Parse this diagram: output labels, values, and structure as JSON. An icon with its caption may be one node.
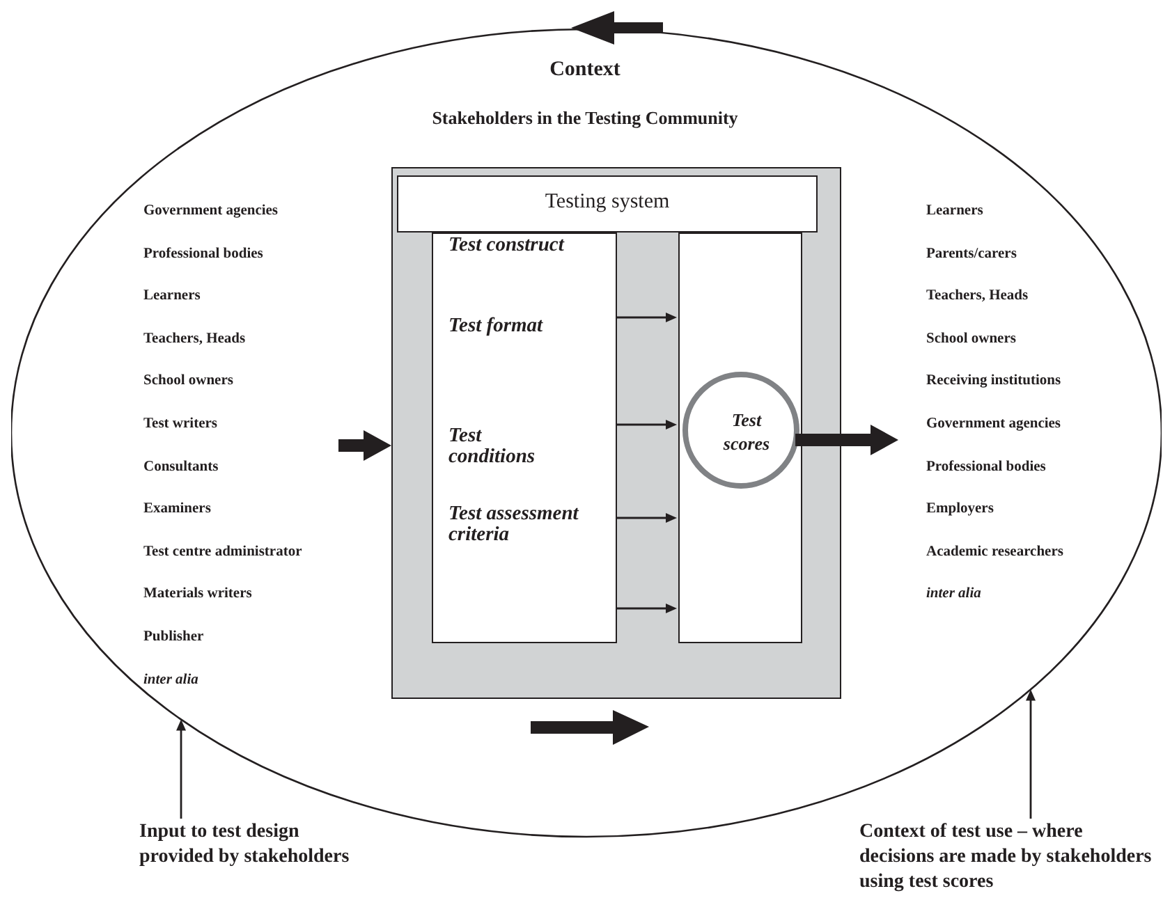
{
  "diagram": {
    "nodes": [
      {
        "text": [
          "Context",
          "Stakeholders in the Testing Community"
        ]
      },
      {
        "text": [
          "Government agencies",
          "Professional bodies",
          "Learners",
          "Teachers, Heads",
          "School owners",
          "Test writers",
          "Consultants",
          "Examiners",
          "Test centre administrator",
          "Materials writers",
          "Publisher",
          "inter alia"
        ],
        "in": 0
      },
      {
        "text": [
          "Testing system"
        ],
        "in": 0
      },
      {
        "text": [
          "Test construct",
          "Test format",
          "Test conditions",
          "Test assessment criteria"
        ],
        "in": 2
      },
      {
        "text": [],
        "shape": "box",
        "in": 2
      },
      {
        "text": [
          "Test scores"
        ],
        "in": 4
      },
      {
        "text": [
          "Learners",
          "Parents/carers",
          "Teachers, Heads",
          "School owners",
          "Receiving institutions",
          "Government agencies",
          "Professional bodies",
          "Employers",
          "Academic researchers",
          "inter alia"
        ],
        "in": 0
      },
      {
        "text": [
          "Input to test design provided by stakeholders"
        ]
      },
      {
        "text": [
          "Context of test use – where decisions are made by stakeholders using test scores"
        ]
      }
    ],
    "edges": [
      {
        "from": 1,
        "to": 2,
        "arrow": "to",
        "style": "thick"
      },
      {
        "from": 3,
        "to": 4,
        "arrow": "to"
      },
      {
        "from": 3,
        "to": 4,
        "arrow": "to"
      },
      {
        "from": 3,
        "to": 4,
        "arrow": "to"
      },
      {
        "from": 3,
        "to": 4,
        "arrow": "to"
      },
      {
        "from": 5,
        "to": 6,
        "arrow": "to",
        "style": "thick"
      },
      {
        "from": 7,
        "to": 0,
        "arrow": "to"
      },
      {
        "from": 8,
        "to": 0,
        "arrow": "to"
      }
    ]
  }
}
